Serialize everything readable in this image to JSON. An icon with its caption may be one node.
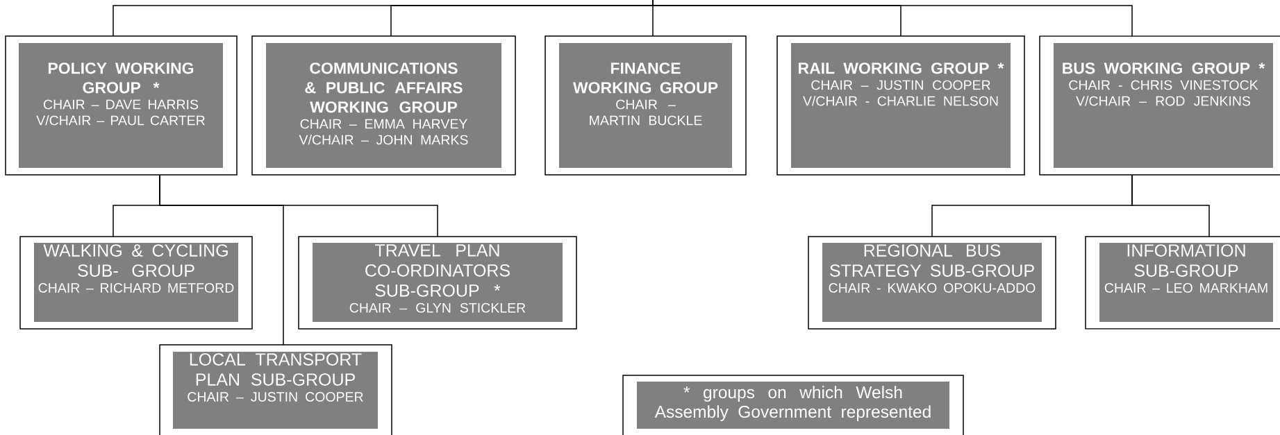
{
  "diagram": {
    "nodes": [
      {
        "text": [
          "POLICY WORKING GROUP  *",
          "CHAIR – DAVE HARRIS",
          "V/CHAIR – PAUL CARTER"
        ]
      },
      {
        "text": [
          "COMMUNICATIONS & PUBLIC AFFAIRS WORKING GROUP",
          "CHAIR – EMMA HARVEY",
          "V/CHAIR – JOHN MARKS"
        ]
      },
      {
        "text": [
          "FINANCE WORKING GROUP",
          "CHAIR – MARTIN BUCKLE"
        ]
      },
      {
        "text": [
          "RAIL WORKING GROUP *",
          "CHAIR – JUSTIN COOPER",
          "V/CHAIR - CHARLIE NELSON"
        ]
      },
      {
        "text": [
          "BUS WORKING GROUP *",
          "CHAIR -  CHRIS VINESTOCK",
          "V/CHAIR – ROD JENKINS"
        ]
      },
      {
        "text": [
          "WALKING & CYCLING SUB- GROUP",
          "CHAIR – RICHARD METFORD"
        ]
      },
      {
        "text": [
          "TRAVEL PLAN CO-ORDINATORS SUB-GROUP *",
          "CHAIR – GLYN STICKLER"
        ]
      },
      {
        "text": [
          "REGIONAL BUS STRATEGY SUB-GROUP",
          "CHAIR -  KWAKO OPOKU-ADDO"
        ]
      },
      {
        "text": [
          "INFORMATION SUB-GROUP",
          "CHAIR – LEO MARKHAM"
        ]
      },
      {
        "text": [
          "LOCAL TRANSPORT PLAN SUB-GROUP",
          "CHAIR – JUSTIN COOPER"
        ]
      },
      {
        "text": [
          "* groups on which Welsh Assembly Government represented"
        ]
      }
    ],
    "edges": [
      {
        "from": null,
        "to": 0,
        "arrow": "none"
      },
      {
        "from": null,
        "to": 1,
        "arrow": "none"
      },
      {
        "from": null,
        "to": 2,
        "arrow": "none"
      },
      {
        "from": null,
        "to": 3,
        "arrow": "none"
      },
      {
        "from": null,
        "to": 4,
        "arrow": "none"
      },
      {
        "from": 0,
        "to": 5,
        "arrow": "none"
      },
      {
        "from": 0,
        "to": 6,
        "arrow": "none"
      },
      {
        "from": 0,
        "to": 9,
        "arrow": "none"
      },
      {
        "from": 4,
        "to": 7,
        "arrow": "none"
      },
      {
        "from": 4,
        "to": 8,
        "arrow": "none"
      }
    ]
  }
}
